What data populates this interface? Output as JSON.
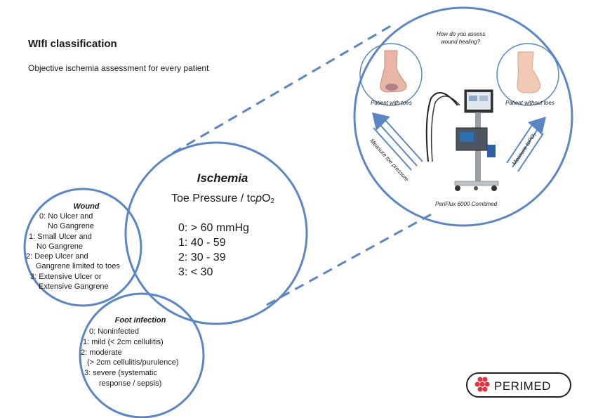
{
  "header": {
    "title": "WIfI classification",
    "subtitle": "Objective ischemia assessment for every patient"
  },
  "wound": {
    "title": "Wound",
    "lines": [
      "0: No Ulcer and",
      "No Gangrene",
      "1: Small Ulcer and",
      "No Gangrene",
      "2: Deep Ulcer and",
      "Gangrene limited to toes",
      "3: Extensive Ulcer or",
      "Extensive Gangrene"
    ]
  },
  "ischemia": {
    "title": "Ischemia",
    "subtitle_prefix": "Toe Pressure / tc",
    "subtitle_p": "p",
    "subtitle_o2": "O",
    "subtitle_sub": "2",
    "lines": [
      "0: > 60 mmHg",
      "1: 40 - 59",
      "2: 30 - 39",
      "3: < 30"
    ]
  },
  "foot_infection": {
    "title": "Foot infection",
    "lines": [
      "0: Noninfected",
      "1: mild (< 2cm cellulitis)",
      "2: moderate",
      "(> 2cm cellulitis/purulence)",
      "3: severe (systematic",
      "response / sepsis)"
    ]
  },
  "device_panel": {
    "question_line1": "How do you assess",
    "question_line2": "wound healing?",
    "patient_with_toes": "Patient with toes",
    "patient_without_toes": "Patient without toes",
    "arrow_left_label": "Measure toe pressure",
    "arrow_right_label": "Measure tcPO₂",
    "device_name": "PeriFlux 6000 Combined"
  },
  "logo": {
    "text": "PERIMED"
  },
  "colors": {
    "accent": "#5b86c3",
    "logo_red": "#e0353c"
  }
}
